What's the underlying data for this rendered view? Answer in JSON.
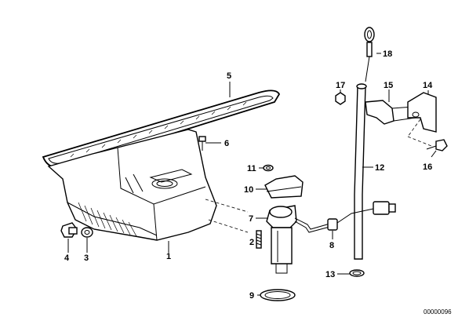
{
  "diagram": {
    "drawing_number": "00000096",
    "callouts": {
      "p1": "1",
      "p2": "2",
      "p3": "3",
      "p4": "4",
      "p5": "5",
      "p6": "6",
      "p7": "7",
      "p8": "8",
      "p9": "9",
      "p10": "10",
      "p11": "11",
      "p12": "12",
      "p13": "13",
      "p14": "14",
      "p15": "15",
      "p16": "16",
      "p17": "17",
      "p18": "18"
    }
  }
}
